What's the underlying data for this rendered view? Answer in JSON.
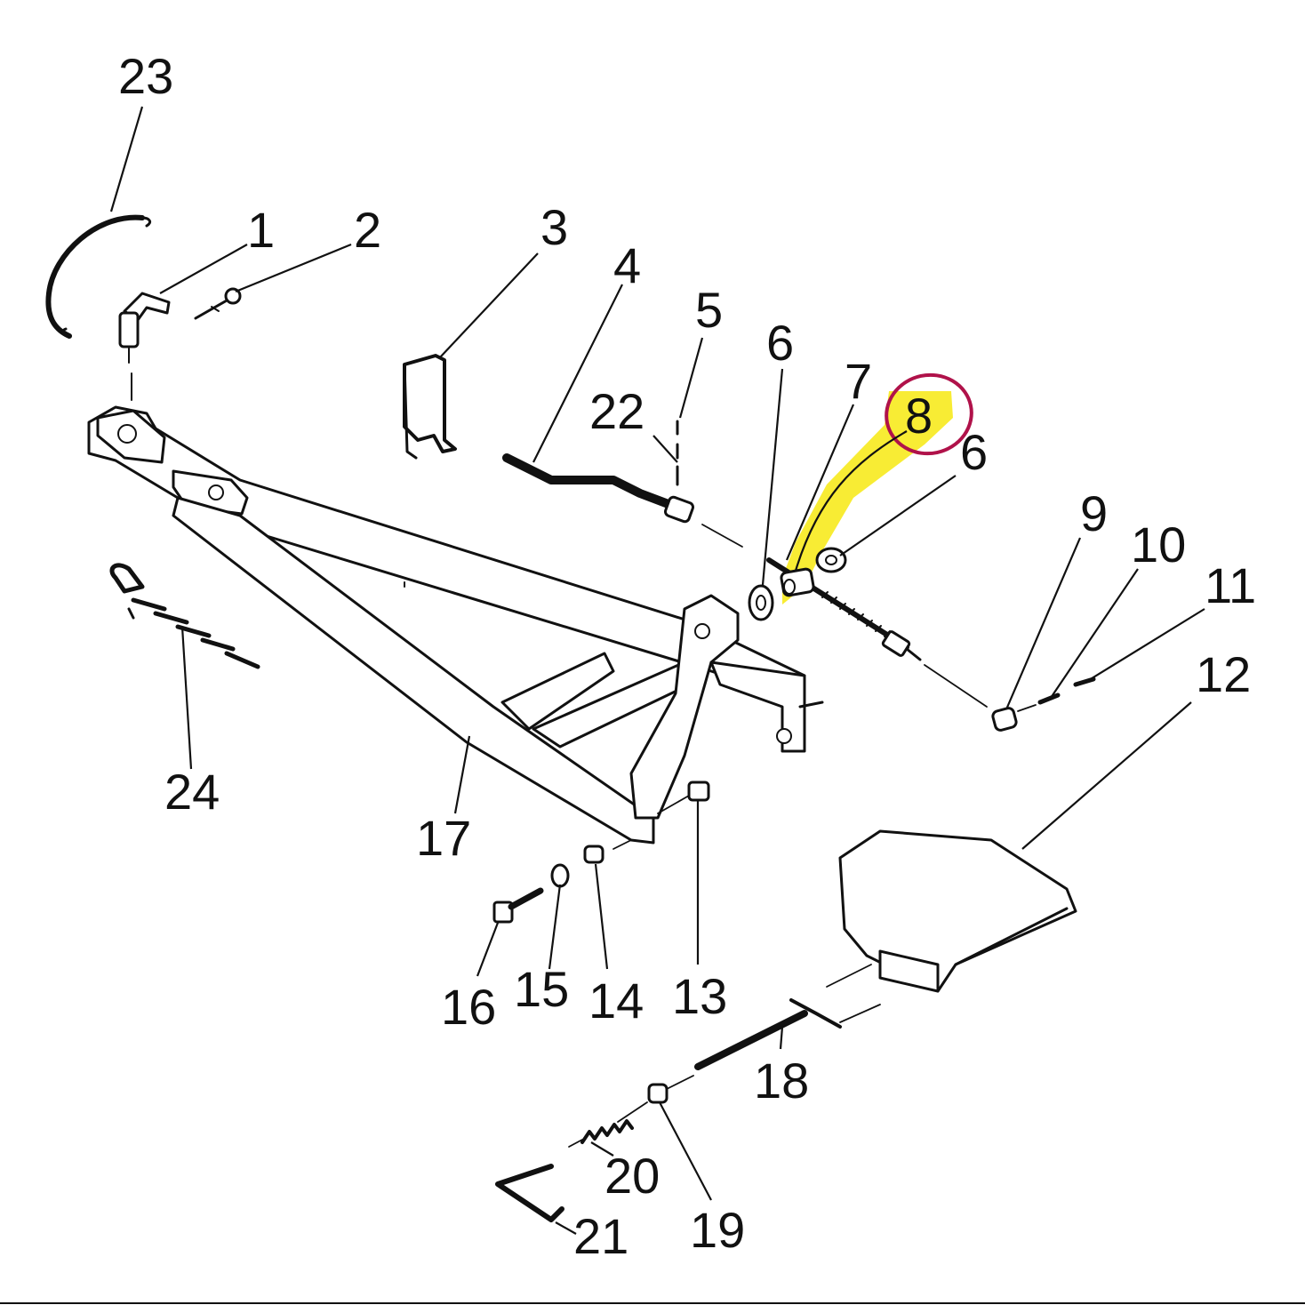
{
  "callouts": [
    {
      "id": "23",
      "label": "23"
    },
    {
      "id": "1",
      "label": "1"
    },
    {
      "id": "2",
      "label": "2"
    },
    {
      "id": "3",
      "label": "3"
    },
    {
      "id": "4",
      "label": "4"
    },
    {
      "id": "5",
      "label": "5"
    },
    {
      "id": "22",
      "label": "22"
    },
    {
      "id": "6a",
      "label": "6"
    },
    {
      "id": "7",
      "label": "7"
    },
    {
      "id": "8",
      "label": "8"
    },
    {
      "id": "6b",
      "label": "6"
    },
    {
      "id": "9",
      "label": "9"
    },
    {
      "id": "10",
      "label": "10"
    },
    {
      "id": "11",
      "label": "11"
    },
    {
      "id": "12",
      "label": "12"
    },
    {
      "id": "24",
      "label": "24"
    },
    {
      "id": "17",
      "label": "17"
    },
    {
      "id": "13",
      "label": "13"
    },
    {
      "id": "14",
      "label": "14"
    },
    {
      "id": "15",
      "label": "15"
    },
    {
      "id": "16",
      "label": "16"
    },
    {
      "id": "18",
      "label": "18"
    },
    {
      "id": "19",
      "label": "19"
    },
    {
      "id": "20",
      "label": "20"
    },
    {
      "id": "21",
      "label": "21"
    }
  ],
  "highlight": {
    "part": "8",
    "highlight_color": "#f7ea1e",
    "circle_color": "#b0124a"
  }
}
